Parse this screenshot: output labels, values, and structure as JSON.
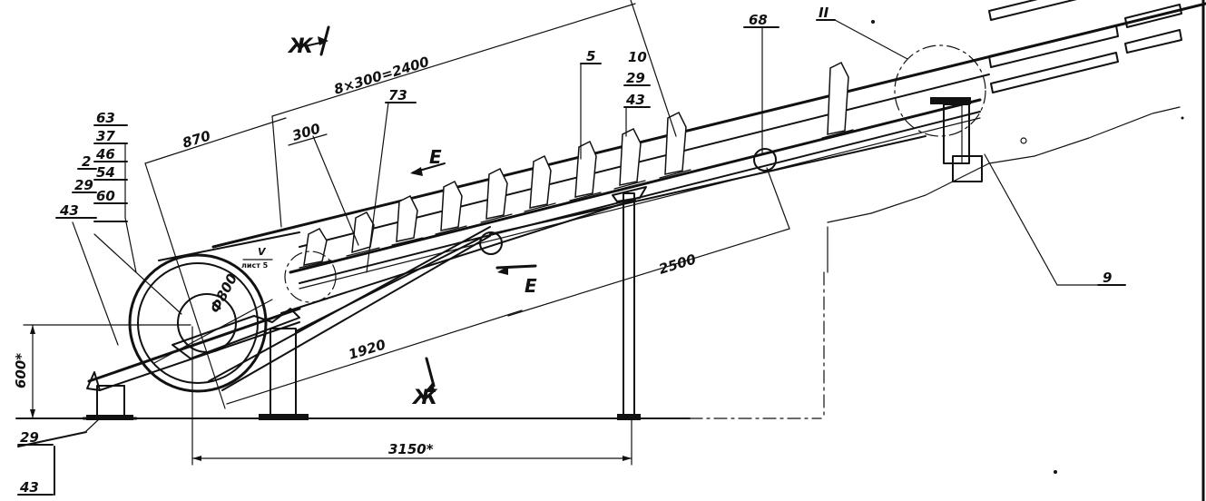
{
  "callouts": {
    "c63": "63",
    "c37": "37",
    "c46": "46",
    "c54": "54",
    "c60": "60",
    "c2": "2",
    "c29a": "29",
    "c43a": "43",
    "c5": "5",
    "c10": "10",
    "c29b": "29",
    "c43b": "43",
    "c73": "73",
    "c68": "68",
    "cII": "II",
    "c9": "9",
    "c29c": "29",
    "c43c": "43"
  },
  "dimensions": {
    "d8x300": "8×300=2400",
    "d870": "870",
    "d300": "300",
    "d2500": "2500",
    "d1920": "1920",
    "d600": "600*",
    "d3150": "3150*",
    "d800": "Ф800"
  },
  "section_marks": {
    "zh_top": "Ж",
    "zh_bottom": "Ж",
    "e_top": "Е",
    "e_bottom": "Е",
    "view_v": "V",
    "view_sheet": "лист 5"
  }
}
